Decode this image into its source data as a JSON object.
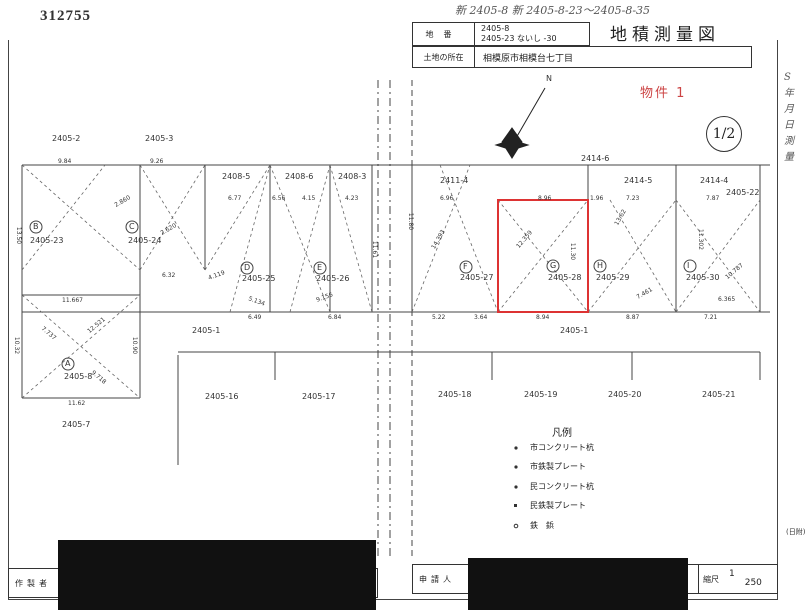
{
  "doc_number": "312755",
  "handwritten_top": "新 2405-8   新 2405-8-23〜2405-8-35",
  "title": "地積測量図",
  "header": {
    "lot_label": "地番",
    "lot_value_1": "2405-8",
    "lot_value_2": "2405-23 ないし -30",
    "address_label": "土地の所在",
    "address_value": "相模原市相模台七丁目"
  },
  "property_label": "物件 1",
  "sheet": "1/2",
  "side_note": "S 年 月 日 測量",
  "north": "N",
  "lots_top": [
    "2405-2",
    "2405-3",
    "2408-5",
    "2408-6",
    "2408-3",
    "2411-4",
    "2414-6",
    "2414-5",
    "2414-4",
    "2405-22"
  ],
  "lots_inner": [
    "2405-23",
    "2405-24",
    "2405-25",
    "2405-26",
    "2405-27",
    "2405-28",
    "2405-29",
    "2405-30",
    "2405-8"
  ],
  "lot_letters": [
    "B",
    "C",
    "D",
    "E",
    "F",
    "G",
    "H",
    "I",
    "A"
  ],
  "lots_bottom": [
    "2405-1",
    "2405-16",
    "2405-17",
    "2405-18",
    "2405-19",
    "2405-20",
    "2405-21",
    "2405-7",
    "2405-1"
  ],
  "dims": [
    "9.84",
    "9.26",
    "6.77",
    "6.56",
    "4.15",
    "4.23",
    "6.96",
    "8.96",
    "1.96",
    "7.23",
    "7.87",
    "13.50",
    "11.667",
    "6.32",
    "6.49",
    "6.84",
    "5.22",
    "3.64",
    "8.94",
    "8.87",
    "7.21",
    "11.62",
    "10.32",
    "10.90",
    "12.521",
    "7.737",
    "9.718",
    "14.393",
    "12.359",
    "11.302",
    "10.787",
    "6.365",
    "7.461",
    "9.156",
    "4.119",
    "5.134",
    "2.860",
    "2.620",
    "11.80",
    "11.30",
    "11.61",
    "13.62"
  ],
  "legend": {
    "title": "凡例",
    "items": [
      "市コンクリート杭",
      "市鉄製プレート",
      "民コンクリート杭",
      "民鉄製プレート",
      "鉄　鋲"
    ]
  },
  "footer": {
    "maker_label": "作製者",
    "applicant_label": "申請人",
    "scale_label": "縮尺",
    "scale_num": "1",
    "scale_den": "250",
    "date_note": "(日附)"
  }
}
